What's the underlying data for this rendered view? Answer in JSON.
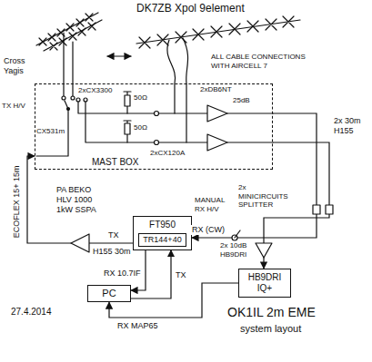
{
  "diagram": {
    "nodes": [
      {
        "text": [
          "MAST BOX"
        ]
      },
      {
        "text": [
          "FT950"
        ]
      },
      {
        "text": [
          "TR144+40"
        ],
        "in": 1
      },
      {
        "text": [
          "PC"
        ]
      },
      {
        "text": [
          "HB9DRI IQ+"
        ]
      }
    ],
    "edges": [
      {
        "from": 1,
        "to": 0,
        "arrow": "to",
        "label": "TX"
      },
      {
        "from": 0,
        "to": 1,
        "arrow": "to",
        "label": "RX (CW)"
      },
      {
        "from": 0,
        "to": 4,
        "arrow": "to"
      },
      {
        "from": 1,
        "to": 3,
        "arrow": "to",
        "label": "RX 10.7IF"
      },
      {
        "from": 3,
        "to": 1,
        "arrow": "to",
        "label": "TX"
      },
      {
        "from": 4,
        "to": 3,
        "arrow": "to",
        "label": "RX MAP65"
      }
    ],
    "labels": [
      "DK7ZB Xpol 9element",
      "Cross Yagis",
      "ALL CABLE CONNECTIONS WITH AIRCELL 7",
      "2xCX3300",
      "TX H/V",
      "50Ω",
      "50Ω",
      "2xDB6NT",
      "25dB",
      "CX531m",
      "2xCX120A",
      "2x 30m H155",
      "2x MINICIRCUITS SPLITTER",
      "MANUAL RX H/V",
      "2x 10dB HB9DRI",
      "PA BEKO HLV 1000 1kW SSPA",
      "ECOFLEX 15+ 15m",
      "H155 30m",
      "27.4.2014",
      "OK1IL 2m EME",
      "system layout"
    ]
  }
}
